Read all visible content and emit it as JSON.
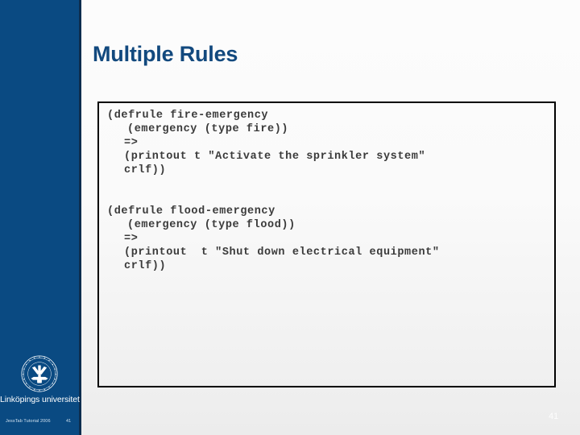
{
  "slide": {
    "title": "Multiple Rules",
    "page_number": "41",
    "accent_color": "#0a4a82",
    "title_color": "#12497e",
    "background_color": "#fafafa",
    "code_text_color": "#3a3a3a",
    "code_border_color": "#000000"
  },
  "sidebar": {
    "logo_name": "linkopings-universitet-seal",
    "wordmark": "Linköpings universitet",
    "footer_label": "JessTab Tutorial 2006",
    "footer_number": "41"
  },
  "code": {
    "lines": [
      {
        "text": "(defrule fire-emergency",
        "indent": "ind0"
      },
      {
        "text": "(emergency (type fire))",
        "indent": "ind1"
      },
      {
        "text": "=>",
        "indent": "ind2"
      },
      {
        "text": "(printout t ″Activate the sprinkler system″",
        "indent": "ind2"
      },
      {
        "text": "crlf))",
        "indent": "ind2"
      },
      {
        "text": "",
        "indent": "ind0"
      },
      {
        "text": "",
        "indent": "ind0"
      },
      {
        "text": "(defrule flood-emergency",
        "indent": "ind0"
      },
      {
        "text": "(emergency (type flood))",
        "indent": "ind1"
      },
      {
        "text": "=>",
        "indent": "ind2"
      },
      {
        "text": "(printout  t ″Shut down electrical equipment″",
        "indent": "ind2"
      },
      {
        "text": "crlf))",
        "indent": "ind2"
      }
    ]
  }
}
